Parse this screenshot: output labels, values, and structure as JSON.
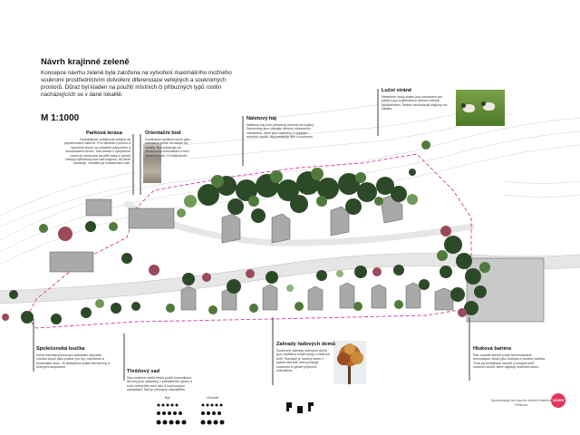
{
  "title": "Návrh krajinné zeleně",
  "concept": "Koncepce návrhu zeleně byla založena na vytvoření maximálního možného soukromí prostřednictvím dotvoření diferenciace veřejných a soukromých prostorů. Důraz byl kladen na použití místních či příbuzných typů rostlin nacházejících se v dané lokalitě.",
  "scale": "M 1:1000",
  "zones": {
    "parkova_terasa": {
      "title": "Parková terasa",
      "text": "Dochádkové vzdálenost veřejné se pojmenované nábřeží. Pro vstřebat v plochu a společné slouží na uživatelé parkového a sousedského kruhu. Tato terasa s vyvýšenou úrovní je navázána na pěší trasy a vytváří veřejný vyhlídkový bod nad krajinou, do které navazuje. Umístění je lokalizováno zde."
    },
    "orientacni_bod": {
      "title": "Orientační bod",
      "text": "Dominantní solitérní strom jako orientační prvek na vstupu do lokality. Bod navazuje na přístupovou komunikaci a tvoří výrazný prvek. Cíl zdůrazněn."
    },
    "naletovy_haj": {
      "title": "Náletový háj",
      "text": "Náletový háj tvoří přirozený přechod do krajiny. Zachovány jsou stávající dřeviny náletového charakteru, které jsou doplněny o výsadbu místních druhů. Háj poskytuje stín a soukromí."
    },
    "lucni_strane": {
      "title": "Luční stráně",
      "text": "Nesečené louky svahu jsou prostorem pro pastvu ovcí a přirozenou obnovu lučních společenstev. Stráně zachovávají krajinný ráz lokality."
    },
    "spolecenska_loucka": {
      "title": "Společenská loučka",
      "text": "Volná travnatá plocha pro setkávání obyvatel. Loučka slouží jako prostor pro hry, odpočinek a sousedské akce. Je obklopena solitérními stromy a keřovými skupinami."
    },
    "tresnovy_sad": {
      "title": "Třešňový sad",
      "text": "Sad místních odrůd třešní podél komunikace. Stromy jsou vysazeny v pravidelném sponu a tvoří zelený filtr mezi ulicí a soukromými zahradami. Sad je přístupný obyvatelům."
    },
    "zahrady": {
      "title": "Zahrady řadových domů",
      "text": "Soukromé zahrady řadových domů jsou odděleny živými ploty z místních keřů. Součástí je ovocný strom v každé zahradě, který posiluje soukromí a vytváří příjemné mikroklima."
    },
    "hlukova_bariera": {
      "title": "Hluková bariéra",
      "text": "Pás vzrostlé zeleně podél frekventované komunikace slouží jako hluková a vizuální bariéra. Tvoří jej kombinace stromů a hustých keřů místních druhů, které zajišťují celoroční clonu."
    }
  },
  "legend": {
    "label_left": "Byt",
    "label_right": "Ovocné"
  },
  "author": "Spolucestuje ke návrhu zeleně Kateřina Petková",
  "logo": "NÁVRH",
  "icons": {
    "sheep_photo": "sheep-photo",
    "cherry_photo": "fruit-tree-photo",
    "column_photo": "column-tree-photo"
  },
  "colors": {
    "boundary": "#d13a9a",
    "tree_dark": "#2d4a28",
    "tree_mid": "#4f7a3c",
    "tree_light": "#8fb57a",
    "blossom": "#9a4a5a",
    "building": "#a9a9a9"
  }
}
